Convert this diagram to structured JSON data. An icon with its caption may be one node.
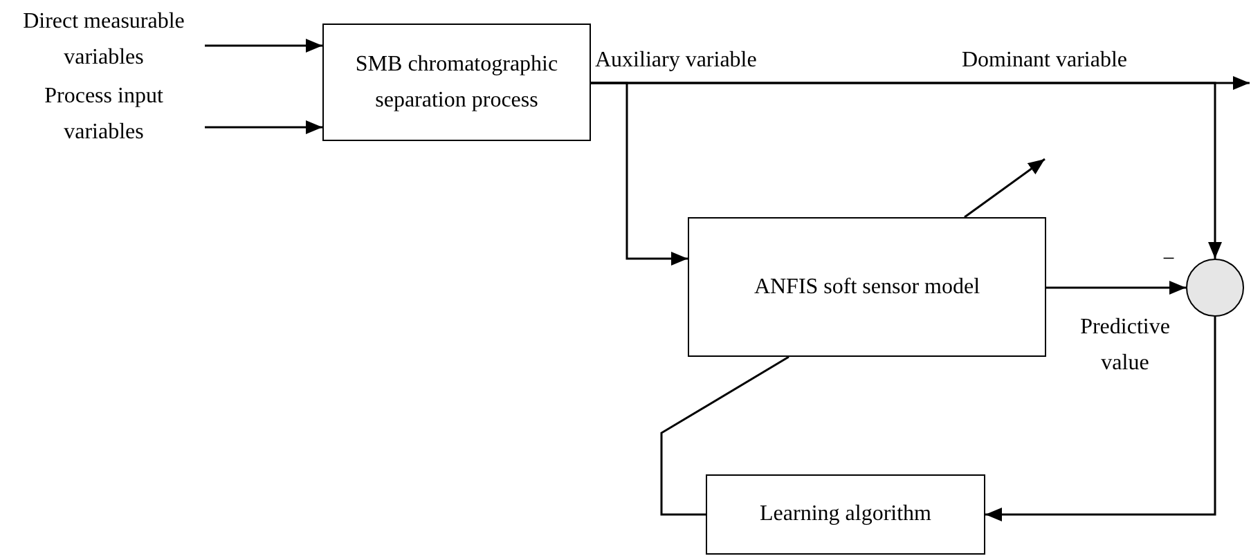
{
  "diagram": {
    "nodes": [
      {
        "text": [
          "Direct measurable variables"
        ]
      },
      {
        "text": [
          "Process input variables"
        ]
      },
      {
        "text": [
          "SMB chromatographic separation process"
        ]
      },
      {
        "text": [
          "ANFIS soft sensor model"
        ]
      },
      {
        "text": [],
        "shape": "circle",
        "beside": [
          "−"
        ]
      },
      {
        "text": [
          "Learning algorithm"
        ]
      }
    ],
    "edges": [
      {
        "from": 0,
        "to": 2,
        "arrow": "to"
      },
      {
        "from": 1,
        "to": 2,
        "arrow": "to"
      },
      {
        "from": 2,
        "to": null,
        "arrow": "to"
      },
      {
        "from": 2,
        "to": 3,
        "arrow": "to"
      },
      {
        "from": 2,
        "to": 4,
        "arrow": "to"
      },
      {
        "from": 3,
        "to": 4,
        "arrow": "to",
        "label": "Predictive value"
      },
      {
        "from": 4,
        "to": 5,
        "arrow": "to"
      },
      {
        "from": 5,
        "to": 3,
        "arrow": "none"
      },
      {
        "from": 3,
        "to": null,
        "arrow": "to"
      }
    ],
    "labels": [
      "Auxiliary variable",
      "Dominant variable"
    ]
  }
}
